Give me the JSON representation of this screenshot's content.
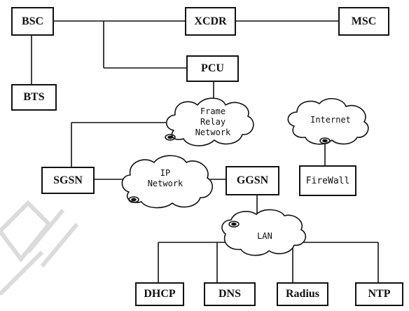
{
  "nodes": {
    "bsc": "BSC",
    "xcdr": "XCDR",
    "msc": "MSC",
    "bts": "BTS",
    "pcu": "PCU",
    "sgsn": "SGSN",
    "ggsn": "GGSN",
    "firewall": "FireWall",
    "dhcp": "DHCP",
    "dns": "DNS",
    "radius": "Radius",
    "ntp": "NTP"
  },
  "clouds": {
    "frame_relay": [
      "Frame",
      "Relay",
      "Network"
    ],
    "internet": [
      "Internet"
    ],
    "ip_network": [
      "IP",
      "Network"
    ],
    "lan": [
      "LAN"
    ]
  },
  "colors": {
    "line": "#111111",
    "watermark": "#9a9a9a"
  }
}
